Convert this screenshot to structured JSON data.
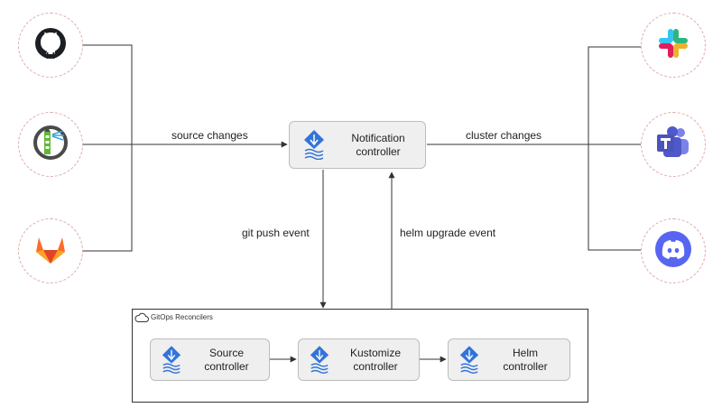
{
  "edges": {
    "source_changes": "source changes",
    "cluster_changes": "cluster changes",
    "git_push_event": "git push event",
    "helm_upgrade_event": "helm upgrade event"
  },
  "notification": {
    "line1": "Notification",
    "line2": "controller"
  },
  "group": {
    "title": "GitOps Reconcilers"
  },
  "reconcilers": {
    "source": {
      "line1": "Source",
      "line2": "controller"
    },
    "kustomize": {
      "line1": "Kustomize",
      "line2": "controller"
    },
    "helm": {
      "line1": "Helm",
      "line2": "controller"
    }
  },
  "sources": [
    {
      "icon": "github-icon"
    },
    {
      "icon": "harbor-icon"
    },
    {
      "icon": "gitlab-icon"
    }
  ],
  "targets": [
    {
      "icon": "slack-icon"
    },
    {
      "icon": "microsoft-teams-icon"
    },
    {
      "icon": "discord-icon"
    }
  ],
  "colors": {
    "flux_blue": "#3274d9",
    "gitlab_orange": "#e24329",
    "teams_purple": "#5059c9",
    "discord_blurple": "#5865f2"
  }
}
